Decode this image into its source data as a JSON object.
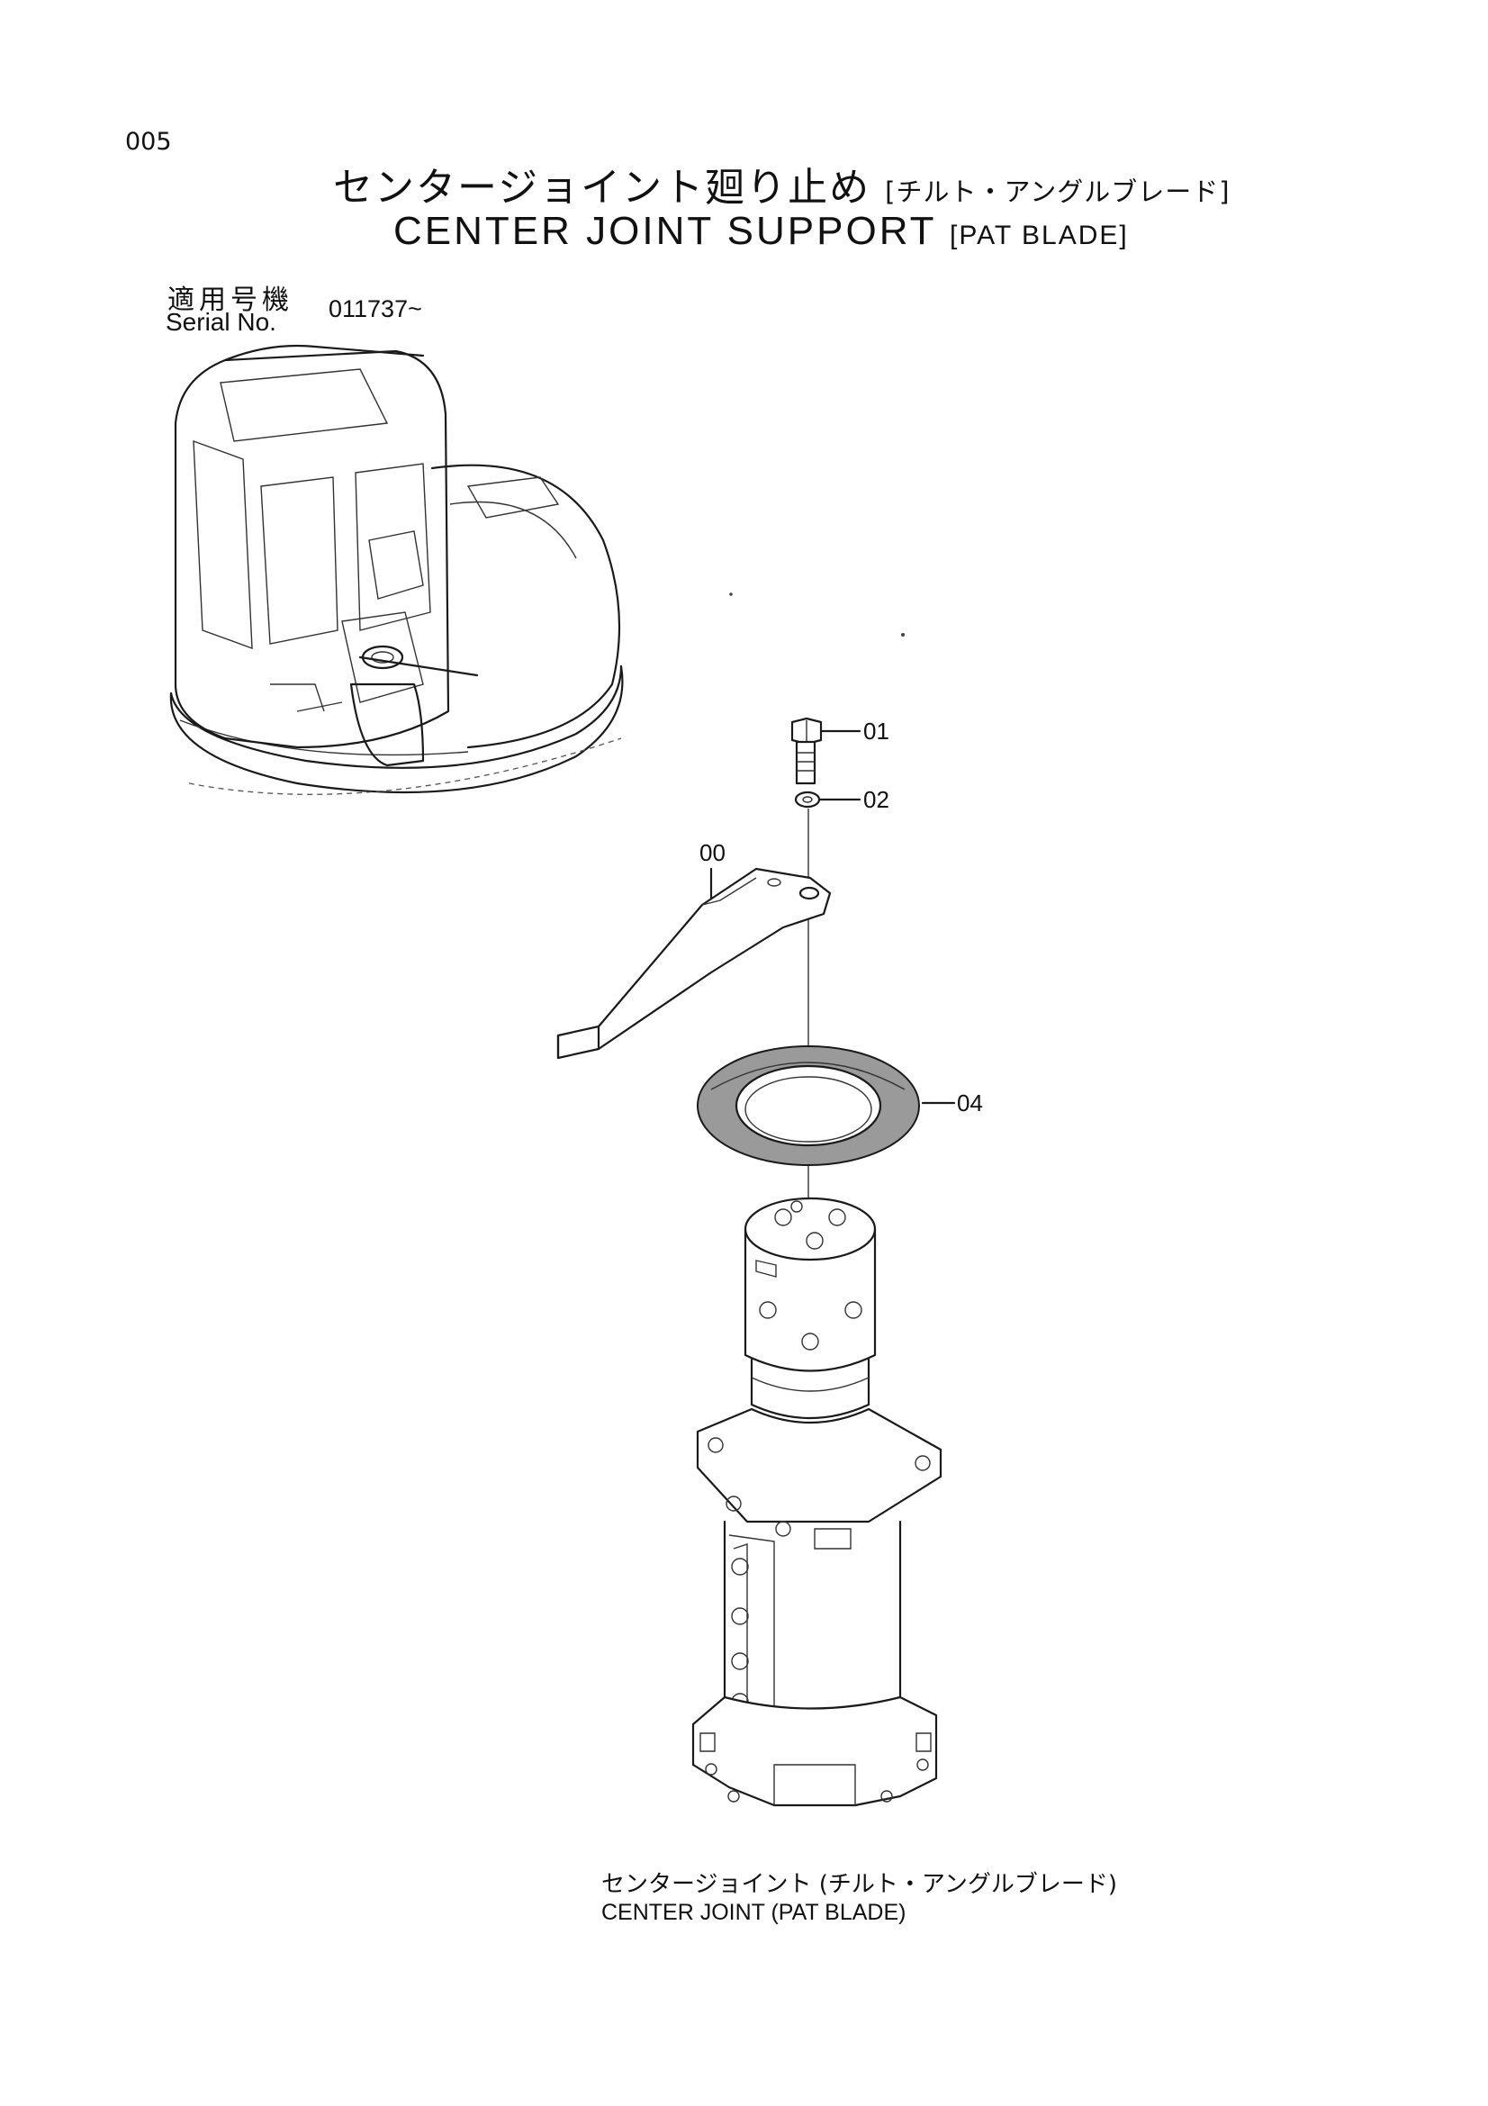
{
  "page_number": "005",
  "title": {
    "jp_main": "センタージョイント廻り止め",
    "jp_sub": "[チルト・アングルブレード]",
    "en_main": "CENTER JOINT SUPPORT",
    "en_sub": "[PAT BLADE]"
  },
  "serial": {
    "label_jp": "適用号機",
    "label_en": "Serial No.",
    "value": "011737~"
  },
  "callouts": [
    "00",
    "01",
    "02",
    "04"
  ],
  "caption": {
    "jp": "センタージョイント (チルト・アングルブレード)",
    "en": "CENTER JOINT (PAT BLADE)"
  }
}
